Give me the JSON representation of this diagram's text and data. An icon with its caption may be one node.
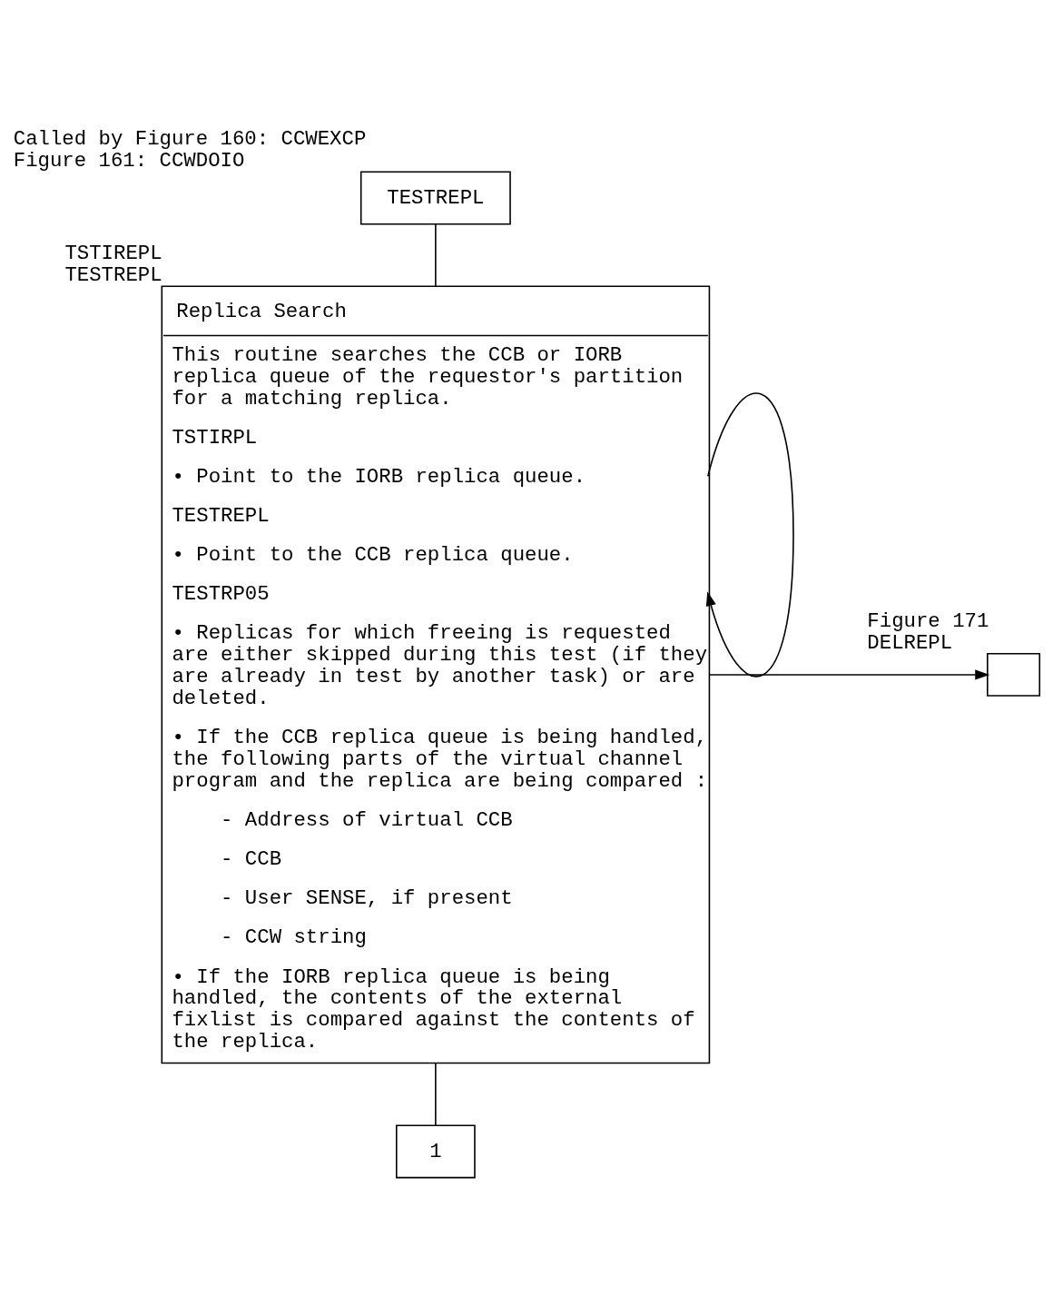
{
  "diagram": {
    "nodes": [
      {
        "text": [
          "TESTREPL"
        ],
        "beside": [
          "Called by Figure 160: CCWEXCP Figure 161: CCWDOIO"
        ]
      },
      {
        "text": [
          "Replica Search",
          "This routine searches the CCB or IORB replica queue of the requestor's partition for a matching replica.",
          "TSTIRPL",
          "• Point to the IORB replica queue.",
          "TESTREPL",
          "• Point to the CCB replica queue.",
          "TESTRP05",
          "• Replicas for which freeing is requested are either skipped during this test (if they are already in test by another task) or are deleted.",
          "• If the CCB replica queue is being handled, the following parts of the virtual channel program and the replica are being compared :",
          "- Address of virtual CCB",
          "- CCB",
          "- User SENSE, if present",
          "- CCW string",
          "• If the IORB replica queue is being handled, the contents of the external fixlist is compared against the contents of the replica."
        ],
        "beside": [
          "TSTIREPL TESTREPL"
        ]
      },
      {
        "text": [],
        "shape": "box",
        "beside": [
          "Figure 171 DELREPL"
        ]
      },
      {
        "text": [
          "1"
        ]
      }
    ],
    "edges": [
      {
        "from": 0,
        "to": 1,
        "arrow": "none"
      },
      {
        "from": 1,
        "to": 1,
        "arrow": "to"
      },
      {
        "from": 1,
        "to": 2,
        "arrow": "to"
      },
      {
        "from": 1,
        "to": 3,
        "arrow": "none"
      }
    ]
  }
}
